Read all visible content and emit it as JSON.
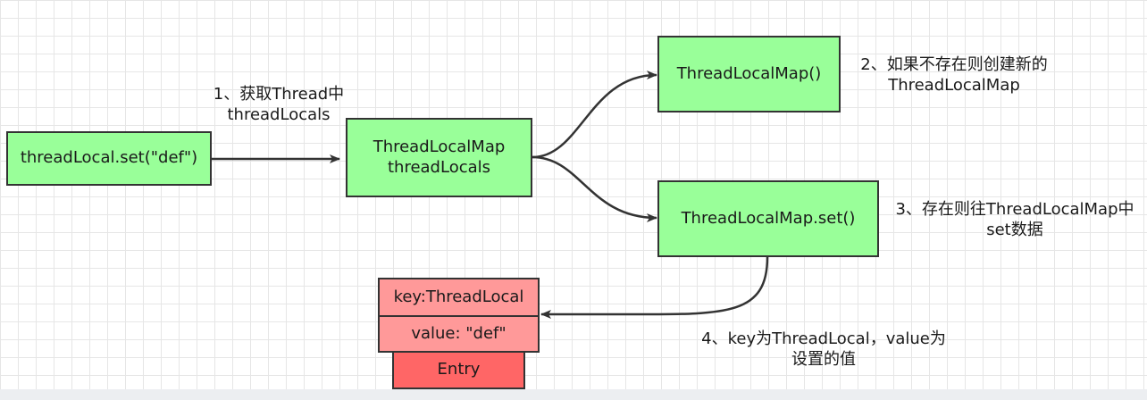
{
  "nodes": {
    "set_call": "threadLocal.set(\"def\")",
    "thread_locals_line1": "ThreadLocalMap",
    "thread_locals_line2": "threadLocals",
    "map_ctor": "ThreadLocalMap()",
    "map_set": "ThreadLocalMap.set()",
    "entry_key": "key:ThreadLocal",
    "entry_value": "value: \"def\"",
    "entry_name": "Entry"
  },
  "labels": {
    "step1_line1": "1、获取Thread中",
    "step1_line2": "threadLocals",
    "step2_line1": "2、如果不存在则创建新的",
    "step2_line2": "ThreadLocalMap",
    "step3_line1": "3、存在则往ThreadLocalMap中",
    "step3_line2": "set数据",
    "step4_line1": "4、key为ThreadLocal，value为",
    "step4_line2": "设置的值"
  },
  "colors": {
    "node_green": "#99ff99",
    "entry_row_pink": "#ff9999",
    "entry_label_red": "#ff6666"
  }
}
